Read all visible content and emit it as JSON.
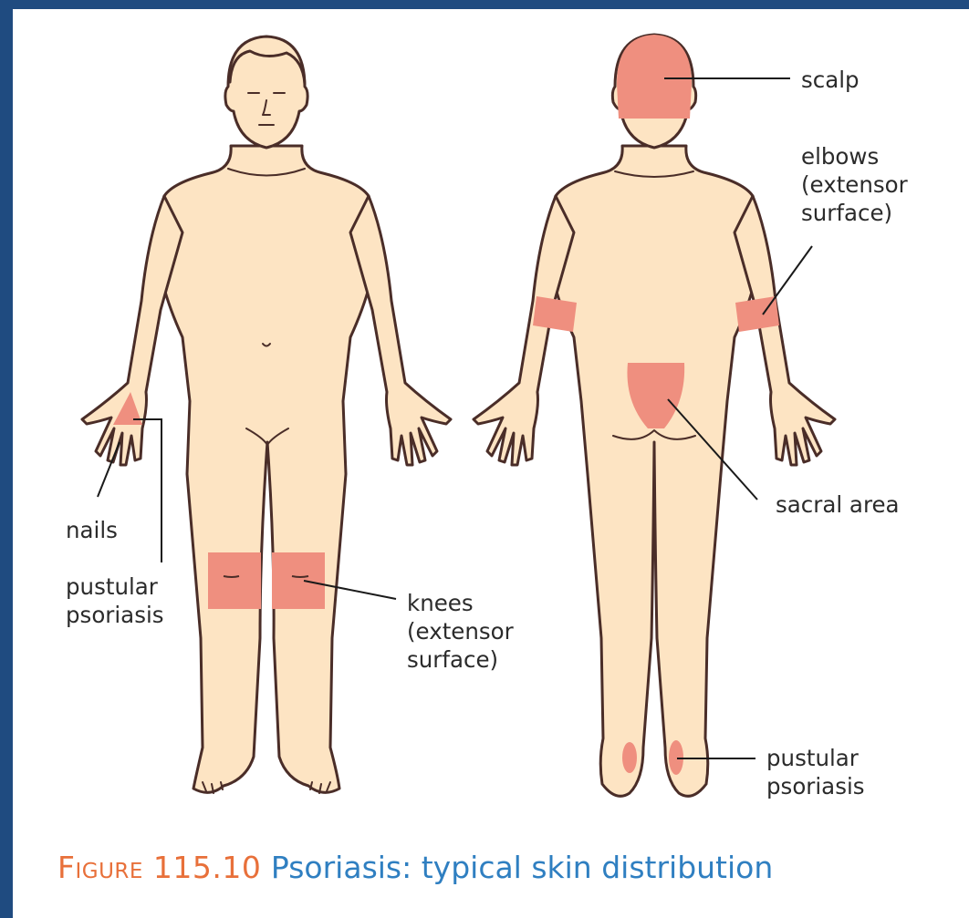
{
  "caption": {
    "figure_number": "Figure 115.10",
    "title": "Psoriasis: typical skin distribution"
  },
  "labels": {
    "scalp": [
      "scalp"
    ],
    "elbows": [
      "elbows",
      "(extensor",
      "surface)"
    ],
    "sacral": [
      "sacral area"
    ],
    "feet_pustular": [
      "pustular",
      "psoriasis"
    ],
    "nails": [
      "nails"
    ],
    "hand_pustular": [
      "pustular",
      "psoriasis"
    ],
    "knees": [
      "knees",
      "(extensor",
      "surface)"
    ]
  },
  "colors": {
    "skin": "#fde4c3",
    "outline": "#4a2d28",
    "lesion": "#ef8f7f",
    "leader_line": "#1a1a1a",
    "caption_number": "#e8703a",
    "caption_title": "#2f7fc1",
    "frame": "#1f4b80"
  }
}
